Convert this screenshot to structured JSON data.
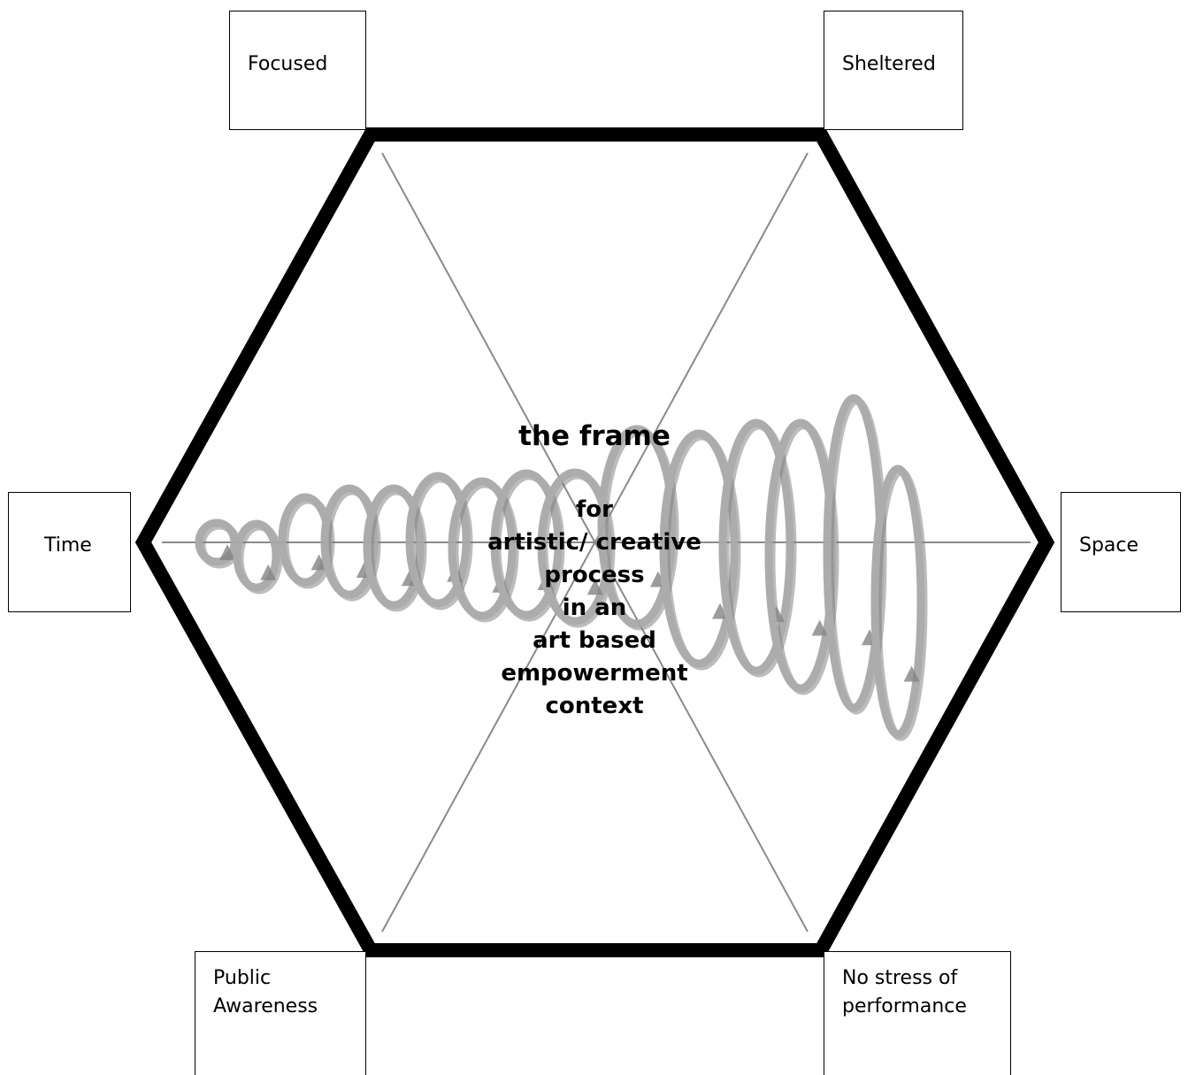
{
  "frame": {
    "title": "the frame",
    "body_lines": [
      "for",
      "artistic/ creative",
      "process",
      "in an",
      "art based",
      "empowerment",
      "context"
    ]
  },
  "corners": {
    "top_left": "Focused",
    "top_right": "Sheltered",
    "left": "Time",
    "right": "Space",
    "bottom_left": "Public\nAwareness",
    "bottom_right": "No stress of\nperformance"
  },
  "colors": {
    "hexagon_stroke": "#000000",
    "spokes": "#8a8a8a",
    "spiral": "#a8a8a8",
    "spiral_shadow": "#7d7d7d",
    "background": "#ffffff"
  },
  "decoration": {
    "spiral_icon": "spiral-arrow-icon"
  }
}
